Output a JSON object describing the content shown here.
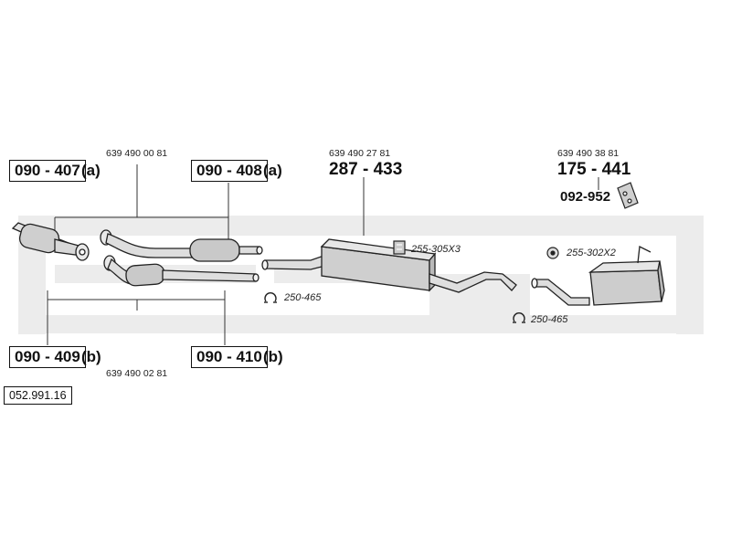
{
  "watermark": {
    "color": "#ececec"
  },
  "parts": {
    "p407": {
      "number": "090 - 407",
      "variant": "(a)"
    },
    "p408": {
      "number": "090 - 408",
      "variant": "(a)"
    },
    "p409": {
      "number": "090 - 409",
      "variant": "(b)"
    },
    "p410": {
      "number": "090 - 410",
      "variant": "(b)"
    },
    "p287": {
      "number": "287 - 433"
    },
    "p175": {
      "number": "175 - 441"
    },
    "p092": {
      "number": "092-952"
    }
  },
  "oe_numbers": {
    "front_top": "639 490 00 81",
    "front_bottom": "639 490 02 81",
    "middle": "639 490 27 81",
    "rear": "639 490 38 81"
  },
  "fittings": {
    "clamp_front": "250-465",
    "clamp_rear": "250-465",
    "mount_middle": "255-305X3",
    "mount_rear": "255-302X2"
  },
  "reference": "052.991.16"
}
